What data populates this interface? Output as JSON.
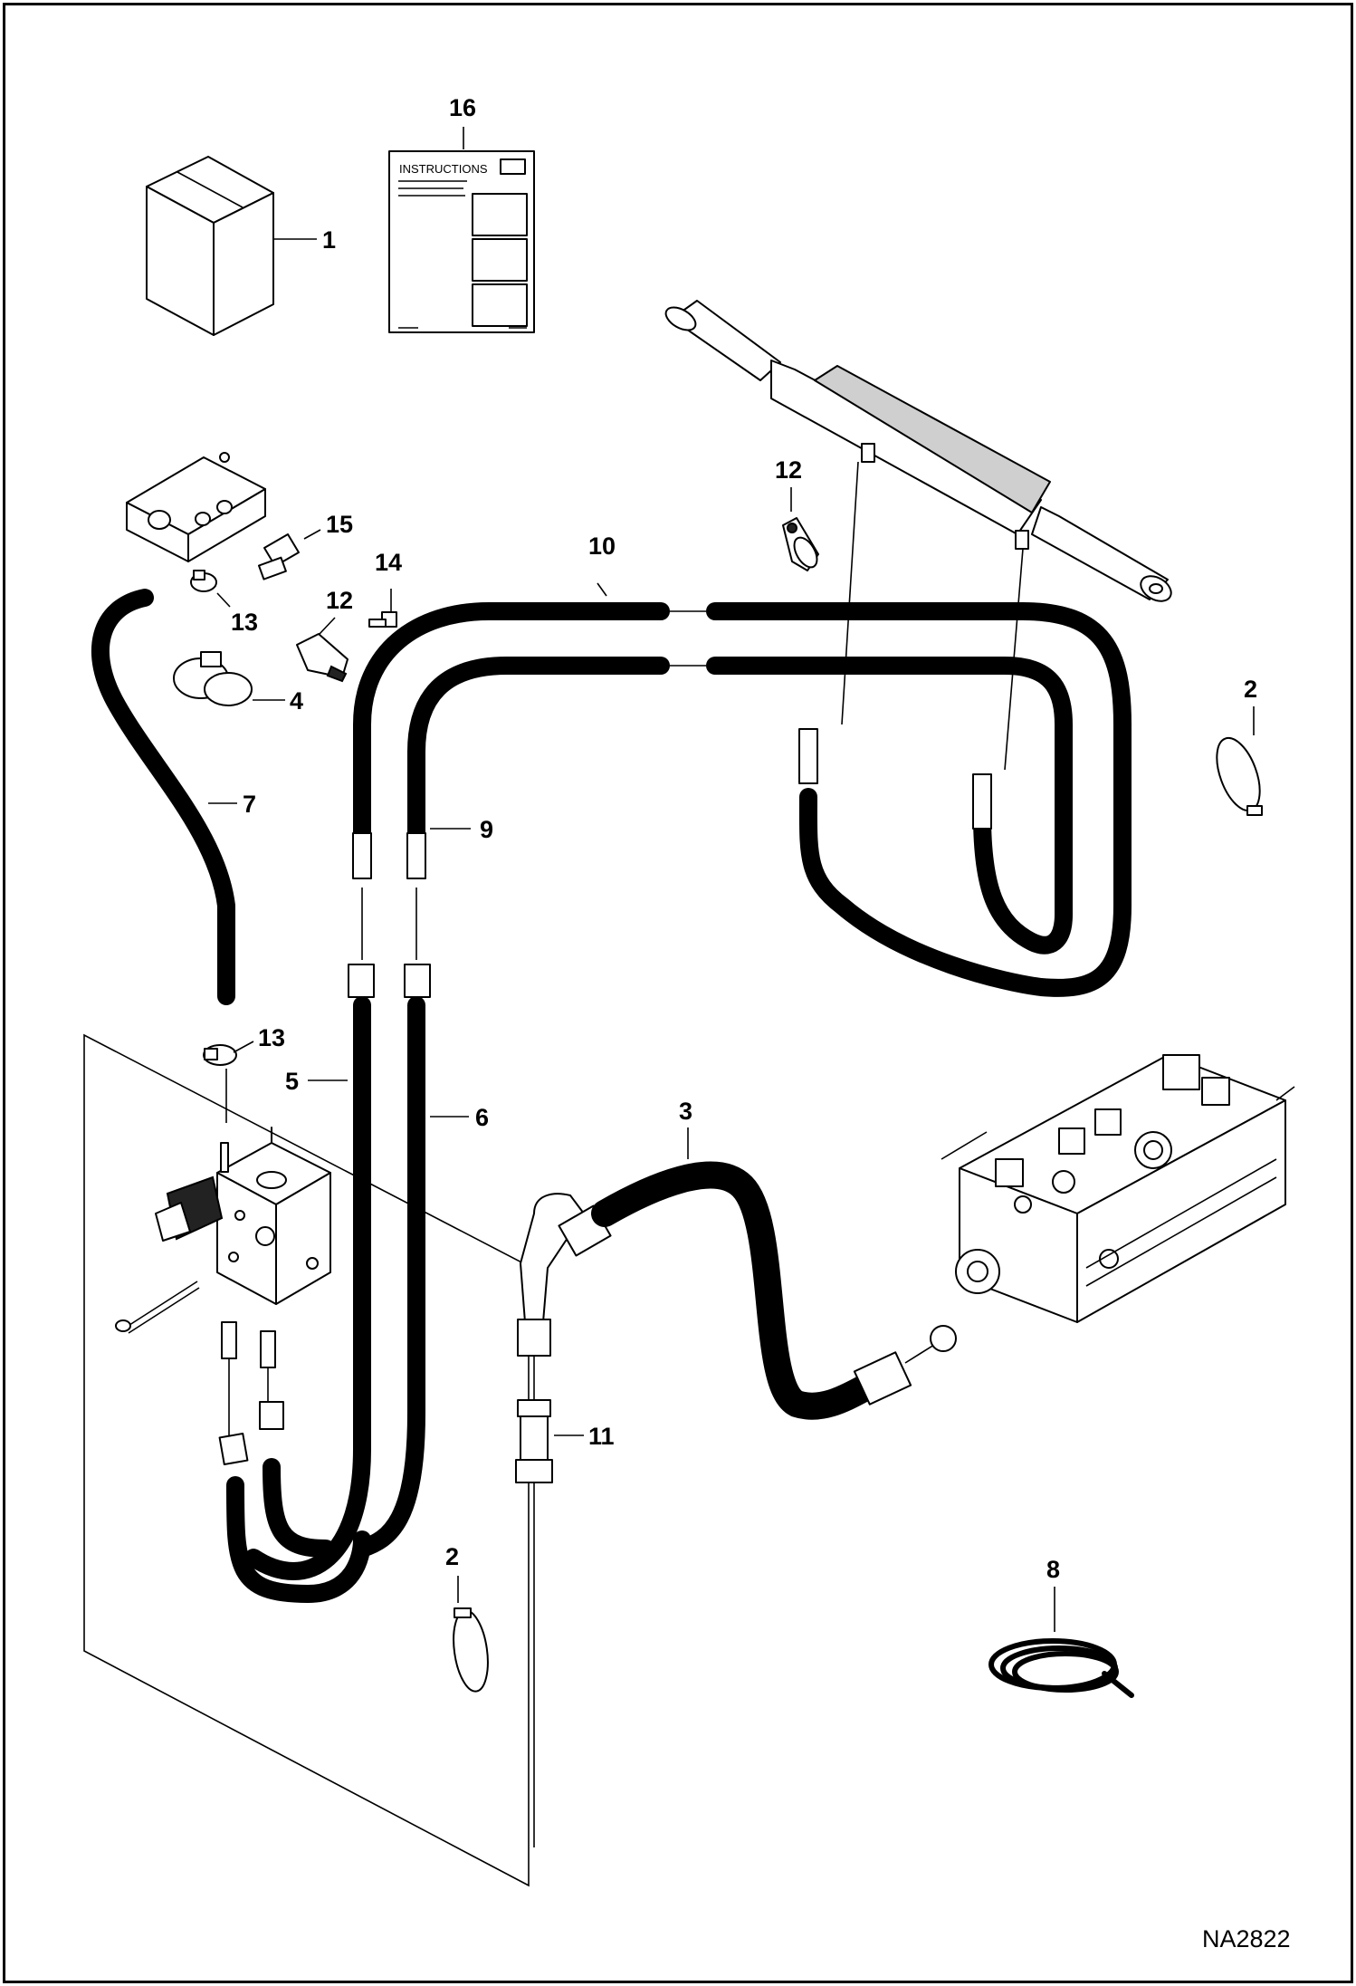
{
  "instructions_label": "INSTRUCTIONS",
  "drawing_number": "NA2822",
  "callouts": {
    "c1": "1",
    "c2a": "2",
    "c2b": "2",
    "c3": "3",
    "c4": "4",
    "c5": "5",
    "c6": "6",
    "c7": "7",
    "c8": "8",
    "c9": "9",
    "c10": "10",
    "c11": "11",
    "c12a": "12",
    "c12b": "12",
    "c13a": "13",
    "c13b": "13",
    "c14": "14",
    "c15": "15",
    "c16": "16"
  },
  "icons": {
    "box": "carton-icon",
    "manual": "instruction-manual-icon",
    "cylinder": "hydraulic-cylinder-icon",
    "valve": "control-valve-icon",
    "block": "valve-block-icon",
    "coil": "tubing-coil-icon"
  }
}
